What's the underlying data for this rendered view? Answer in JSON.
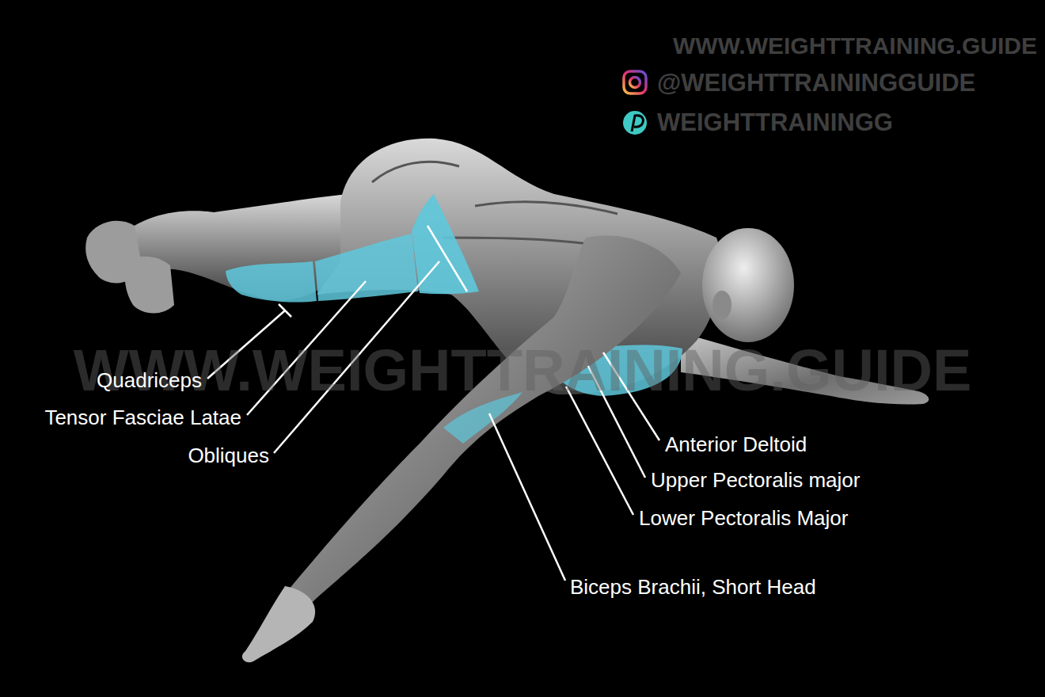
{
  "diagram": {
    "labels": [
      "WWW.WEIGHTTRAINING.GUIDE",
      "@WEIGHTTRAININGGUIDE",
      "WEIGHTTRAININGG",
      "WWW.WEIGHTTRAINING.GUIDE",
      "Quadriceps",
      "Tensor Fasciae Latae",
      "Obliques",
      "Anterior Deltoid",
      "Upper Pectoralis major",
      "Lower Pectoralis Major",
      "Biceps Brachii, Short Head"
    ]
  }
}
